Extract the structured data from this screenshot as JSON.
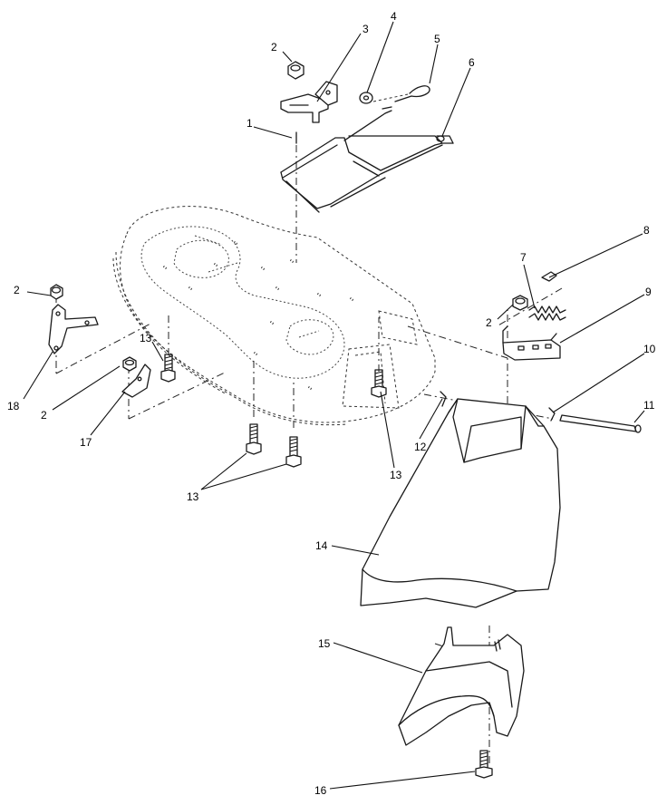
{
  "callouts": {
    "c1": "1",
    "c2a": "2",
    "c2b": "2",
    "c2c": "2",
    "c2d": "2",
    "c3": "3",
    "c4": "4",
    "c5": "5",
    "c6": "6",
    "c7": "7",
    "c8": "8",
    "c9": "9",
    "c10": "10",
    "c11": "11",
    "c12": "12",
    "c13a": "13",
    "c13b": "13",
    "c13c": "13",
    "c14": "14",
    "c15": "15",
    "c16": "16",
    "c17": "17",
    "c18": "18"
  },
  "colors": {
    "line": "#1a1a1a",
    "background": "#ffffff"
  }
}
